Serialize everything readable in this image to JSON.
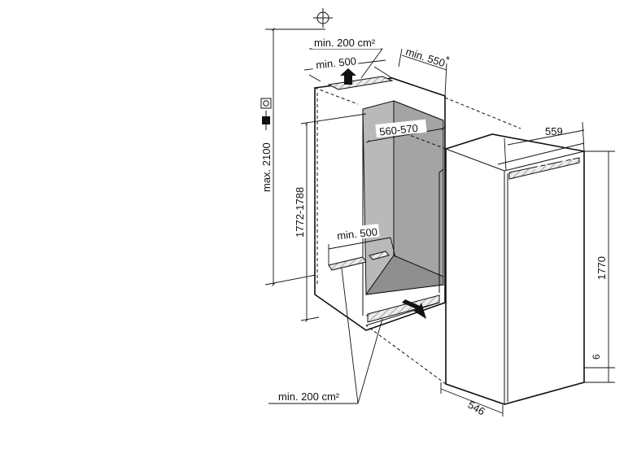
{
  "labels": {
    "vent_top_area": "min. 200 cm²",
    "vent_top_width": "min. 500",
    "depth_niche_min": "min. 550",
    "asterisk": "*",
    "niche_width": "560-570",
    "appliance_width": "559",
    "max_height": "max. 2100",
    "niche_height": "1772-1788",
    "vent_bottom_width": "min. 500",
    "appliance_height": "1770",
    "plinth_offset": "6",
    "appliance_depth": "546",
    "vent_bottom_area": "min. 200 cm²"
  },
  "icons": {
    "ground": "earth-ground-icon",
    "socket": "power-socket-icon",
    "plug": "power-plug-icon"
  },
  "colors": {
    "line": "#111111",
    "cavity_fill": "#b9b9b9",
    "cavity_dark": "#9a9a9a",
    "hatch": "#d9d9d9"
  }
}
